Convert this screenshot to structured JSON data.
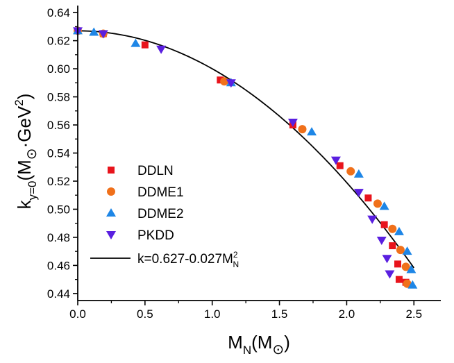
{
  "chart_data": {
    "type": "scatter",
    "title": "",
    "xlabel": {
      "main": "M",
      "sub": "N",
      "paren_open": "(M",
      "sun": "⊙",
      "paren_close": ")"
    },
    "ylabel": {
      "main": "k",
      "sub": "y=0",
      "paren_open": "(M",
      "sun": "⊙",
      "mid": "·GeV",
      "sup": "2",
      "paren_close": ")"
    },
    "xlim": [
      0.0,
      2.7
    ],
    "ylim": [
      0.435,
      0.645
    ],
    "x_ticks": [
      "0.0",
      "0.5",
      "1.0",
      "1.5",
      "2.0",
      "2.5"
    ],
    "y_ticks": [
      "0.44",
      "0.46",
      "0.48",
      "0.50",
      "0.52",
      "0.54",
      "0.56",
      "0.58",
      "0.60",
      "0.62",
      "0.64"
    ],
    "grid": false,
    "legend_position": "lower-left",
    "series": [
      {
        "name": "DDLN",
        "marker": "square",
        "color": "#e8141c",
        "points": [
          [
            0.0,
            0.627
          ],
          [
            0.19,
            0.625
          ],
          [
            0.5,
            0.617
          ],
          [
            1.06,
            0.592
          ],
          [
            1.6,
            0.56
          ],
          [
            1.95,
            0.531
          ],
          [
            2.16,
            0.508
          ],
          [
            2.28,
            0.489
          ],
          [
            2.34,
            0.474
          ],
          [
            2.38,
            0.461
          ],
          [
            2.39,
            0.45
          ],
          [
            2.44,
            0.448
          ]
        ]
      },
      {
        "name": "DDME1",
        "marker": "circle",
        "color": "#f0701a",
        "points": [
          [
            0.0,
            0.627
          ],
          [
            0.19,
            0.625
          ],
          [
            1.09,
            0.591
          ],
          [
            1.67,
            0.557
          ],
          [
            2.03,
            0.527
          ],
          [
            2.23,
            0.504
          ],
          [
            2.34,
            0.486
          ],
          [
            2.4,
            0.471
          ],
          [
            2.44,
            0.459
          ],
          [
            2.45,
            0.447
          ]
        ]
      },
      {
        "name": "DDME2",
        "marker": "triangle-up",
        "color": "#1e86e6",
        "points": [
          [
            0.0,
            0.627
          ],
          [
            0.12,
            0.626
          ],
          [
            0.43,
            0.618
          ],
          [
            1.14,
            0.59
          ],
          [
            1.74,
            0.555
          ],
          [
            2.09,
            0.525
          ],
          [
            2.28,
            0.502
          ],
          [
            2.39,
            0.484
          ],
          [
            2.45,
            0.47
          ],
          [
            2.48,
            0.457
          ],
          [
            2.49,
            0.446
          ]
        ]
      },
      {
        "name": "PKDD",
        "marker": "triangle-down",
        "color": "#5a1fe0",
        "points": [
          [
            0.0,
            0.627
          ],
          [
            0.19,
            0.625
          ],
          [
            0.62,
            0.614
          ],
          [
            1.14,
            0.59
          ],
          [
            1.6,
            0.562
          ],
          [
            1.92,
            0.535
          ],
          [
            2.09,
            0.512
          ],
          [
            2.19,
            0.493
          ],
          [
            2.26,
            0.478
          ],
          [
            2.3,
            0.465
          ],
          [
            2.32,
            0.454
          ]
        ]
      }
    ],
    "fit": {
      "name": "k=0.627-0.027M",
      "name_sub": "N",
      "name_sup": "2",
      "intercept": 0.627,
      "coef": 0.027,
      "x_range": [
        0.0,
        2.5
      ],
      "color": "#000000"
    }
  }
}
